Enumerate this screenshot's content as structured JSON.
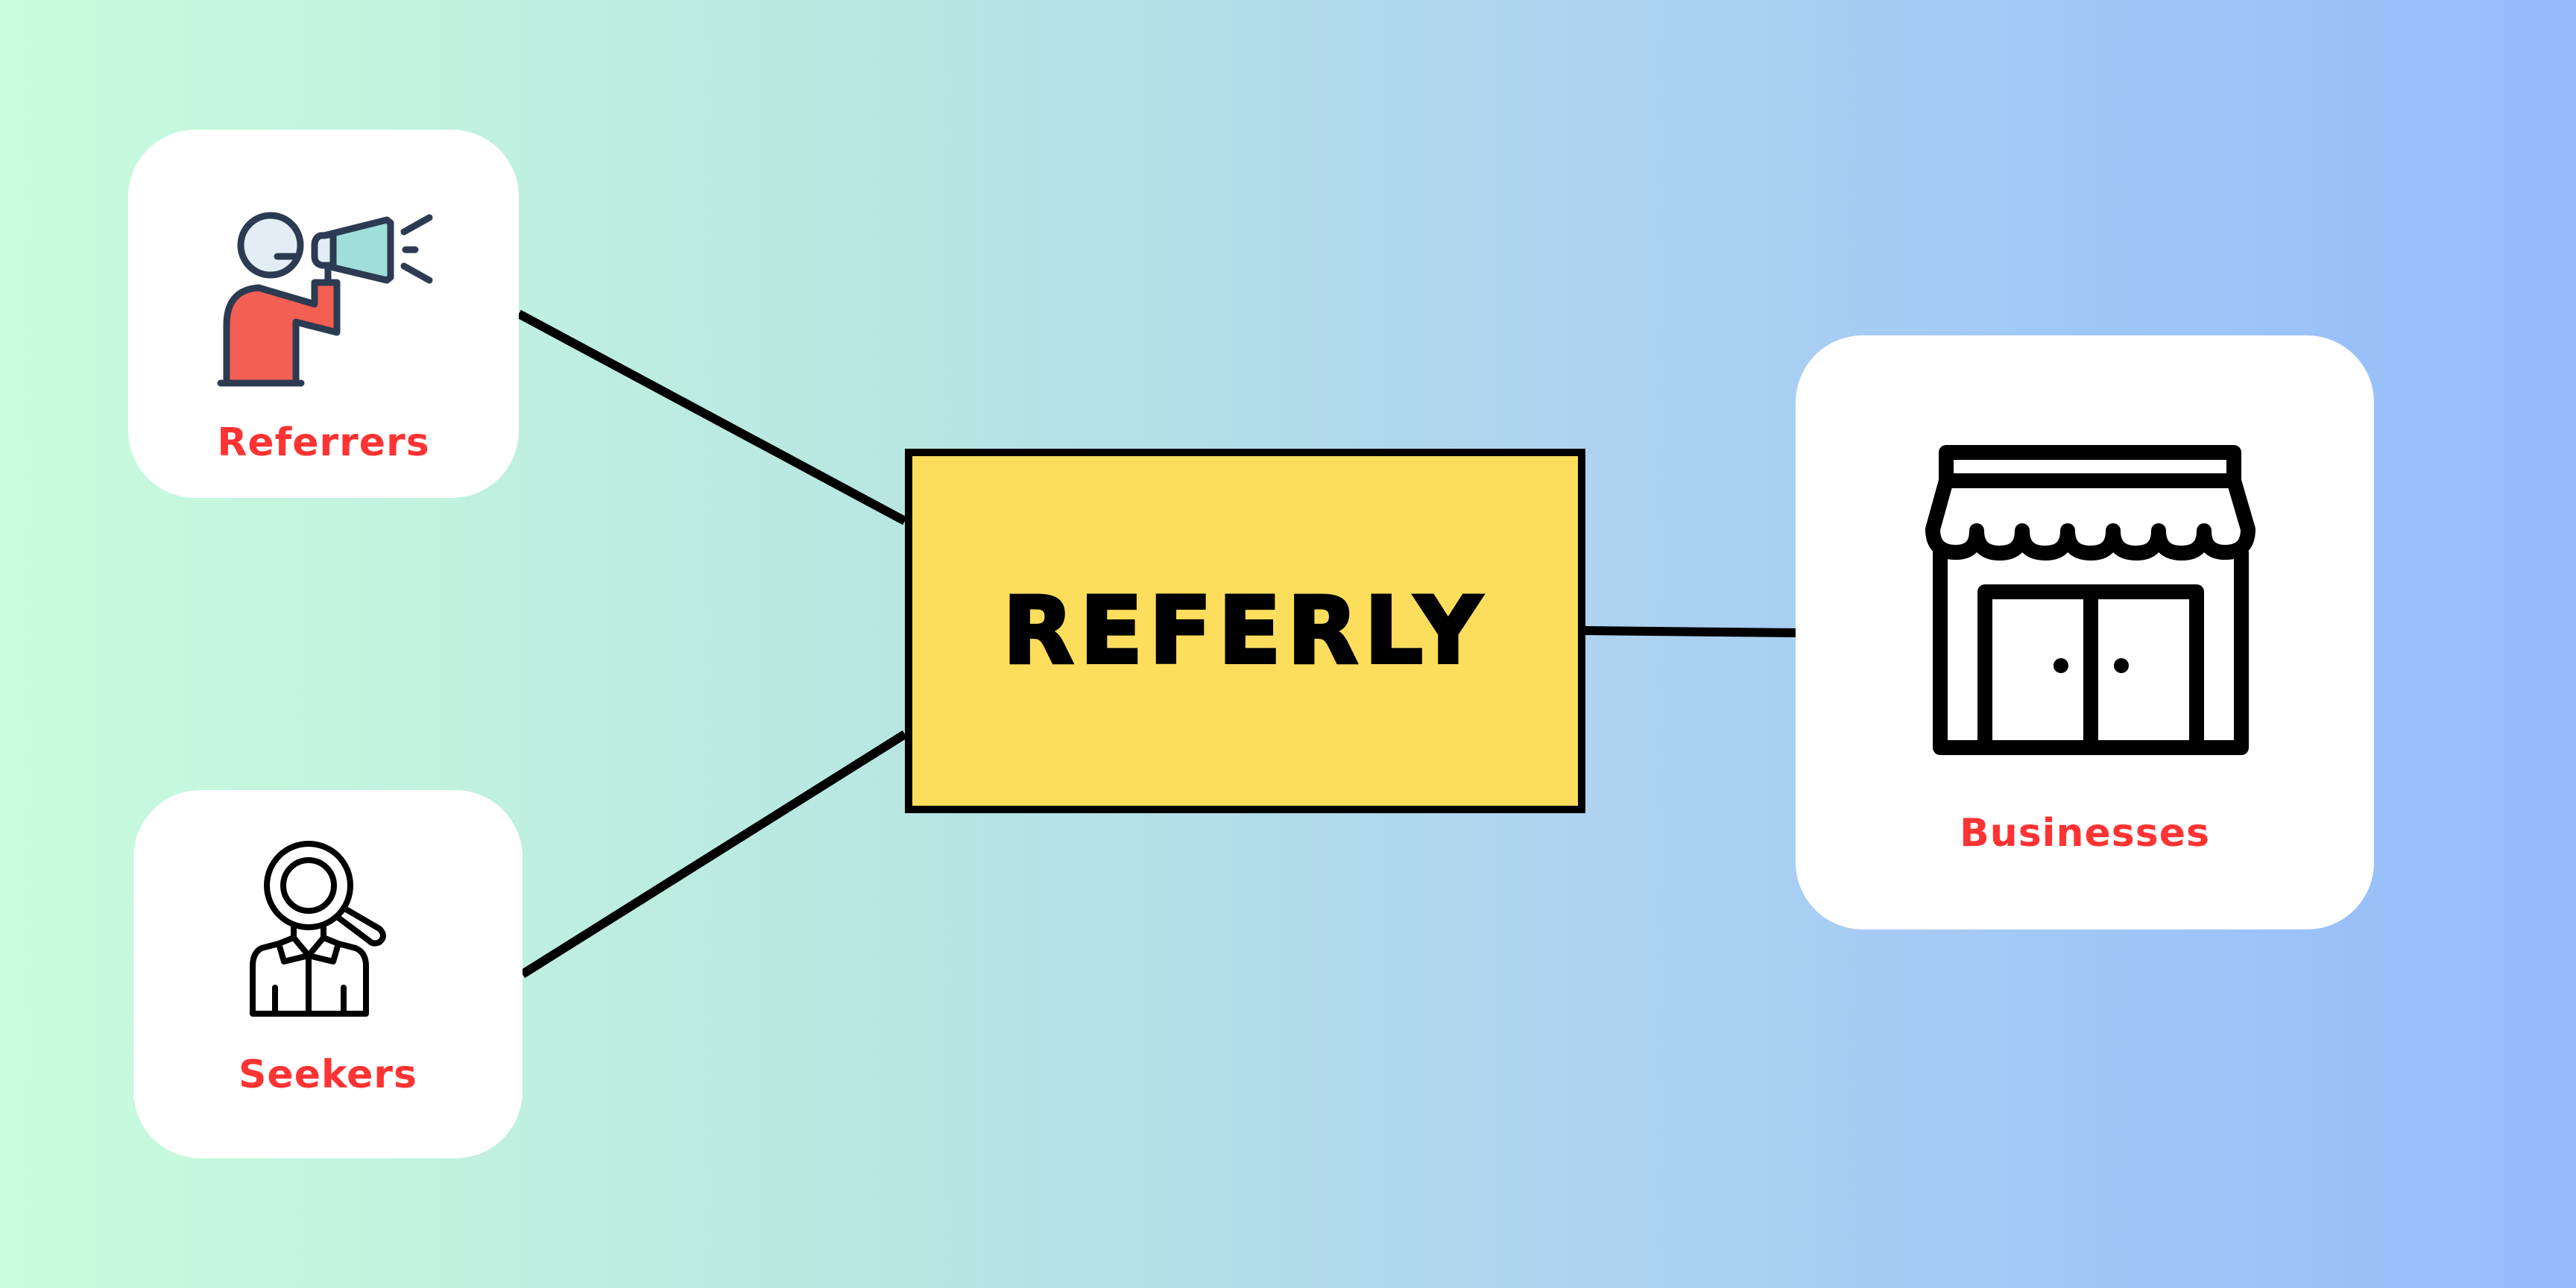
{
  "hub": {
    "label": "REFERLY",
    "fill_color": "#fddd5c"
  },
  "nodes": [
    {
      "label": "Referrers",
      "icon": "megaphone-person-icon"
    },
    {
      "label": "Seekers",
      "icon": "job-seeker-magnifier-icon"
    },
    {
      "label": "Businesses",
      "icon": "storefront-icon"
    }
  ],
  "colors": {
    "label": "#ff3333",
    "gradient_start": "#c9fcdc",
    "gradient_end": "#95bbfd"
  }
}
